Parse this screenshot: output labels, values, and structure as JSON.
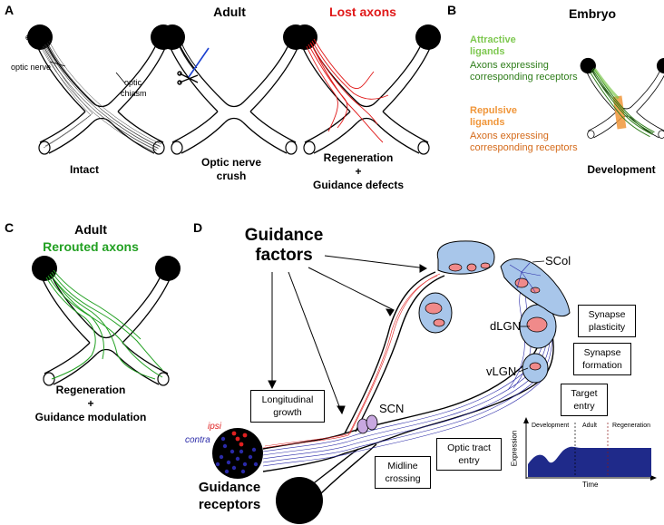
{
  "panels": {
    "A": {
      "letter": "A",
      "adult_title": "Adult",
      "lost_title": "Lost axons",
      "label_eye": "eye",
      "label_optic_nerve": "optic nerve",
      "label_optic_chiasm_1": "optic",
      "label_optic_chiasm_2": "chiasm",
      "cap_intact": "Intact",
      "cap_crush_1": "Optic nerve",
      "cap_crush_2": "crush",
      "cap_regen_1": "Regeneration",
      "cap_regen_2": "+",
      "cap_regen_3": "Guidance defects"
    },
    "B": {
      "letter": "B",
      "title": "Embryo",
      "attractive_1": "Attractive",
      "attractive_2": "ligands",
      "attr_axons_1": "Axons expressing",
      "attr_axons_2": "corresponding receptors",
      "repulsive_1": "Repulsive",
      "repulsive_2": "ligands",
      "rep_axons_1": "Axons expressing",
      "rep_axons_2": "corresponding receptors",
      "caption": "Development"
    },
    "C": {
      "letter": "C",
      "title": "Adult",
      "subtitle": "Rerouted axons",
      "cap_1": "Regeneration",
      "cap_2": "+",
      "cap_3": "Guidance modulation"
    },
    "D": {
      "letter": "D",
      "factors_1": "Guidance",
      "factors_2": "factors",
      "receptors_1": "Guidance",
      "receptors_2": "receptors",
      "ipsi": "ipsi",
      "contra": "contra",
      "scol": "SCol",
      "dlgn": "dLGN",
      "vlgn": "vLGN",
      "scn": "SCN",
      "box_longitudinal_1": "Longitudinal",
      "box_longitudinal_2": "growth",
      "box_midline_1": "Midline",
      "box_midline_2": "crossing",
      "box_optic_tract_1": "Optic tract",
      "box_optic_tract_2": "entry",
      "box_synapse_plasticity_1": "Synapse",
      "box_synapse_plasticity_2": "plasticity",
      "box_synapse_formation_1": "Synapse",
      "box_synapse_formation_2": "formation",
      "box_target_entry_1": "Target",
      "box_target_entry_2": "entry",
      "inset": {
        "phase_development": "Development",
        "phase_adult": "Adult",
        "phase_regeneration": "Regeneration",
        "ylabel": "Expression",
        "xlabel": "Time"
      }
    }
  },
  "colors": {
    "attractive": "#7ec850",
    "attractive_axons": "#2e7d1a",
    "repulsive": "#f0963a",
    "repulsive_axons": "#d46a1a",
    "lost": "#e01818",
    "rerouted": "#22a022",
    "crush_blue": "#1a3fd0",
    "target_fill": "#a8c6ea",
    "nucleus": "#f08a8a",
    "contra": "#2a2aa8",
    "ipsi": "#e02020",
    "expression": "#1f2a8a"
  }
}
